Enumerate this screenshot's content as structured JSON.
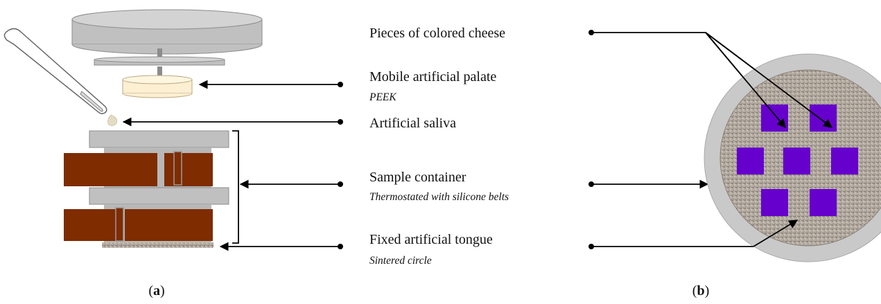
{
  "labels": {
    "pieces": "Pieces of colored cheese",
    "palate": "Mobile artificial palate",
    "palate_sub": "PEEK",
    "saliva": "Artificial saliva",
    "container": "Sample container",
    "container_sub": "Thermostated with silicone belts",
    "tongue": "Fixed artificial tongue",
    "tongue_sub": "Sintered circle"
  },
  "captions": {
    "a_open": "(",
    "a_letter": "a",
    "a_close": ")",
    "b_open": "(",
    "b_letter": "b",
    "b_close": ")"
  },
  "colors": {
    "gray_part": "#c0c0c0",
    "gray_stroke": "#8c8c8c",
    "belt": "#7e2c00",
    "cheese": "#6600cc",
    "palate": "#fcefd2",
    "sintered_base": "#b5aca2"
  }
}
